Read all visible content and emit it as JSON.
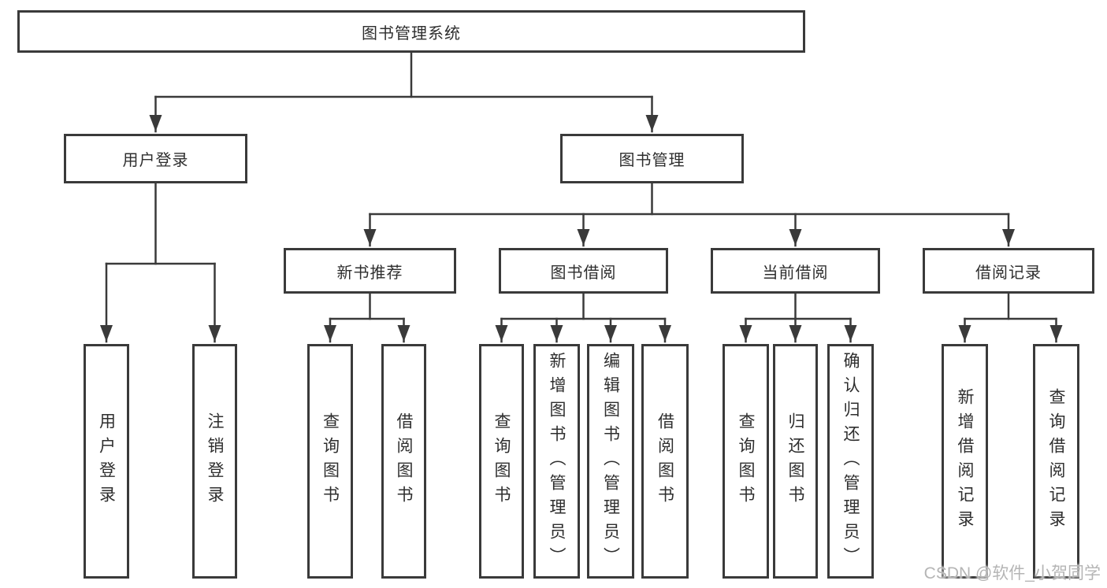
{
  "diagram": {
    "root": {
      "label": "图书管理系统"
    },
    "user_login": {
      "label": "用户登录",
      "leaves": [
        {
          "label": "用户登录"
        },
        {
          "label": "注销登录"
        }
      ]
    },
    "book_management": {
      "label": "图书管理",
      "sections": [
        {
          "label": "新书推荐",
          "leaves": [
            {
              "label": "查询图书"
            },
            {
              "label": "借阅图书"
            }
          ]
        },
        {
          "label": "图书借阅",
          "leaves": [
            {
              "label": "查询图书"
            },
            {
              "label": "新增图书（管理员）"
            },
            {
              "label": "编辑图书（管理员）"
            },
            {
              "label": "借阅图书"
            }
          ]
        },
        {
          "label": "当前借阅",
          "leaves": [
            {
              "label": "查询图书"
            },
            {
              "label": "归还图书"
            },
            {
              "label": "确认归还（管理员）"
            }
          ]
        },
        {
          "label": "借阅记录",
          "leaves": [
            {
              "label": "新增借阅记录"
            },
            {
              "label": "查询借阅记录"
            }
          ]
        }
      ]
    }
  },
  "watermark": {
    "text": "CSDN @软件_小贺同学"
  },
  "colors": {
    "line": "#3a3a3a",
    "text": "#2e2e2e",
    "watermark": "#b5b5b5"
  }
}
